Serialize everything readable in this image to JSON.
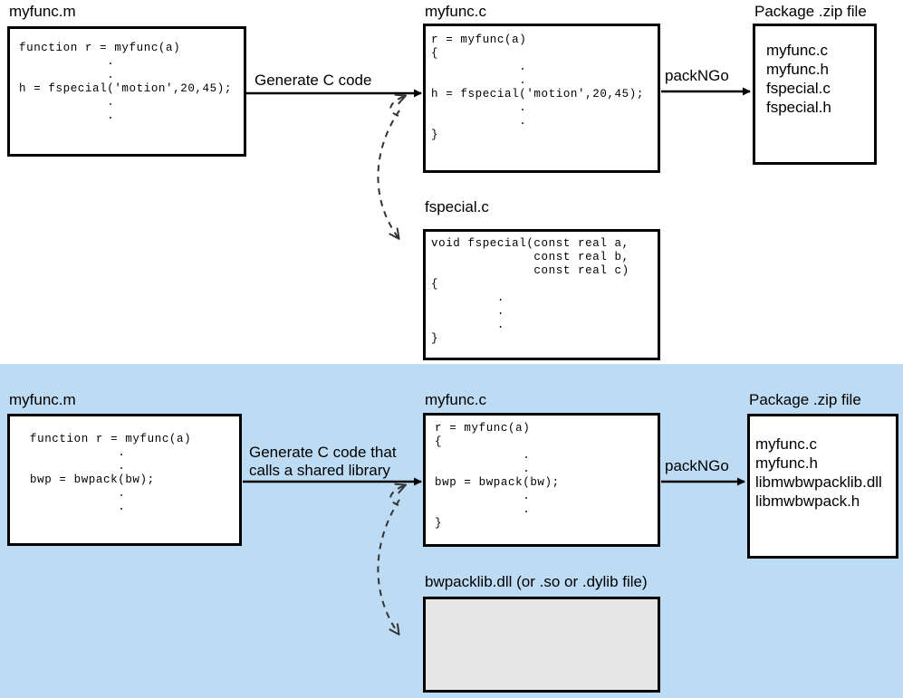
{
  "colors": {
    "lower_band_background": "#bddcf4",
    "upper_band_background": "#ffffff",
    "box_border": "#000000",
    "shaded_box_fill": "#e6e6e6",
    "text": "#000000"
  },
  "upper_flow": {
    "source": {
      "caption": "myfunc.m",
      "code": "function r = myfunc(a)\n            .\n            .\nh = fspecial('motion',20,45);\n            .\n            ."
    },
    "generated": {
      "caption": "myfunc.c",
      "code": "r = myfunc(a)\n{\n            .\n            .\nh = fspecial('motion',20,45);\n            .\n            .\n}"
    },
    "support": {
      "caption": "fspecial.c",
      "code": "void fspecial(const real a,\n              const real b,\n              const real c)\n{\n         .\n         .\n         .\n}"
    },
    "package": {
      "caption": "Package .zip file",
      "files": [
        "myfunc.c",
        "myfunc.h",
        "fspecial.c",
        "fspecial.h"
      ]
    },
    "arrow_generate_label": "Generate C code",
    "arrow_package_label": "packNGo"
  },
  "lower_flow": {
    "source": {
      "caption": "myfunc.m",
      "code": "function r = myfunc(a)\n            .\n            .\nbwp = bwpack(bw);\n            .\n            ."
    },
    "generated": {
      "caption": "myfunc.c",
      "code": "r = myfunc(a)\n{\n            .\n            .\nbwp = bwpack(bw);\n            .\n            .\n}"
    },
    "library": {
      "caption": "bwpacklib.dll   (or .so or .dylib file)",
      "code": ""
    },
    "package": {
      "caption": "Package .zip file",
      "files": [
        "myfunc.c",
        "myfunc.h",
        "libmwbwpacklib.dll",
        "libmwbwpack.h"
      ]
    },
    "arrow_generate_label": "Generate C code that\ncalls a shared library",
    "arrow_package_label": "packNGo"
  }
}
